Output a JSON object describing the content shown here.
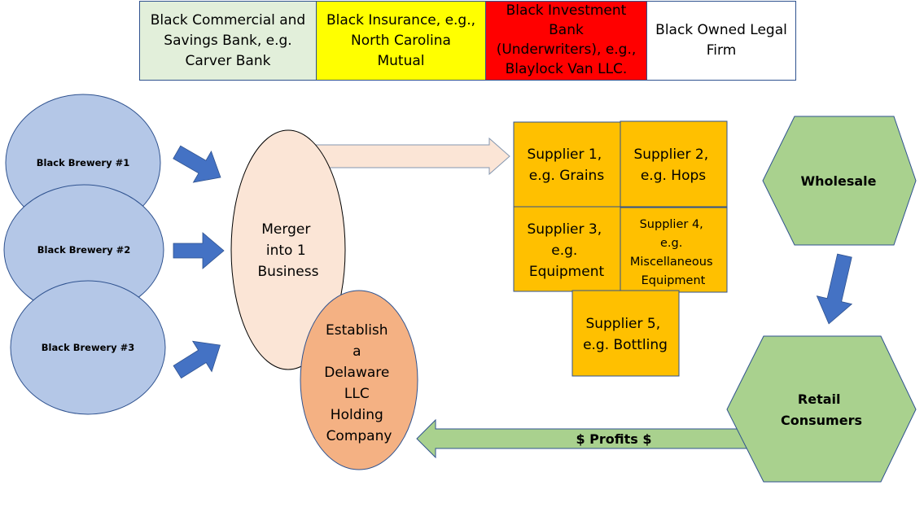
{
  "partners": [
    {
      "label": "Black Commercial and\nSavings Bank, e.g.\nCarver Bank",
      "color": "#e2efda"
    },
    {
      "label": "Black Insurance, e.g.,\nNorth Carolina\nMutual",
      "color": "#ffff00"
    },
    {
      "label": "Black Investment\nBank\n(Underwriters), e.g.,\nBlaylock Van LLC.",
      "color": "#ff0000"
    },
    {
      "label": "Black Owned Legal\nFirm",
      "color": "#ffffff"
    }
  ],
  "breweries": [
    {
      "label": "Black Brewery #1"
    },
    {
      "label": "Black Brewery #2"
    },
    {
      "label": "Black Brewery #3"
    }
  ],
  "merger": {
    "lines": [
      "Merger",
      "into 1",
      "Business"
    ]
  },
  "holding": {
    "lines": [
      "Establish",
      "a",
      "Delaware",
      "LLC",
      "Holding",
      "Company"
    ]
  },
  "suppliers": [
    {
      "lines": [
        "Supplier 1,",
        "e.g. Grains"
      ]
    },
    {
      "lines": [
        "Supplier 2,",
        "e.g. Hops"
      ]
    },
    {
      "lines": [
        "Supplier 3,",
        "e.g.",
        "Equipment"
      ]
    },
    {
      "lines": [
        "Supplier 4,",
        "e.g.",
        "Miscellaneous",
        "Equipment"
      ]
    },
    {
      "lines": [
        "Supplier 5,",
        "e.g. Bottling"
      ]
    }
  ],
  "wholesale": {
    "label": "Wholesale"
  },
  "retail": {
    "lines": [
      "Retail",
      "Consumers"
    ]
  },
  "profits_arrow": {
    "label": "$ Profits $"
  },
  "colors": {
    "brewery_fill": "#b4c7e7",
    "arrow_blue": "#4472c4",
    "merger_fill": "#fbe5d6",
    "holding_fill": "#f4b183",
    "supplier_fill": "#ffc000",
    "hex_fill": "#a9d18e",
    "outline": "#2f528f"
  }
}
